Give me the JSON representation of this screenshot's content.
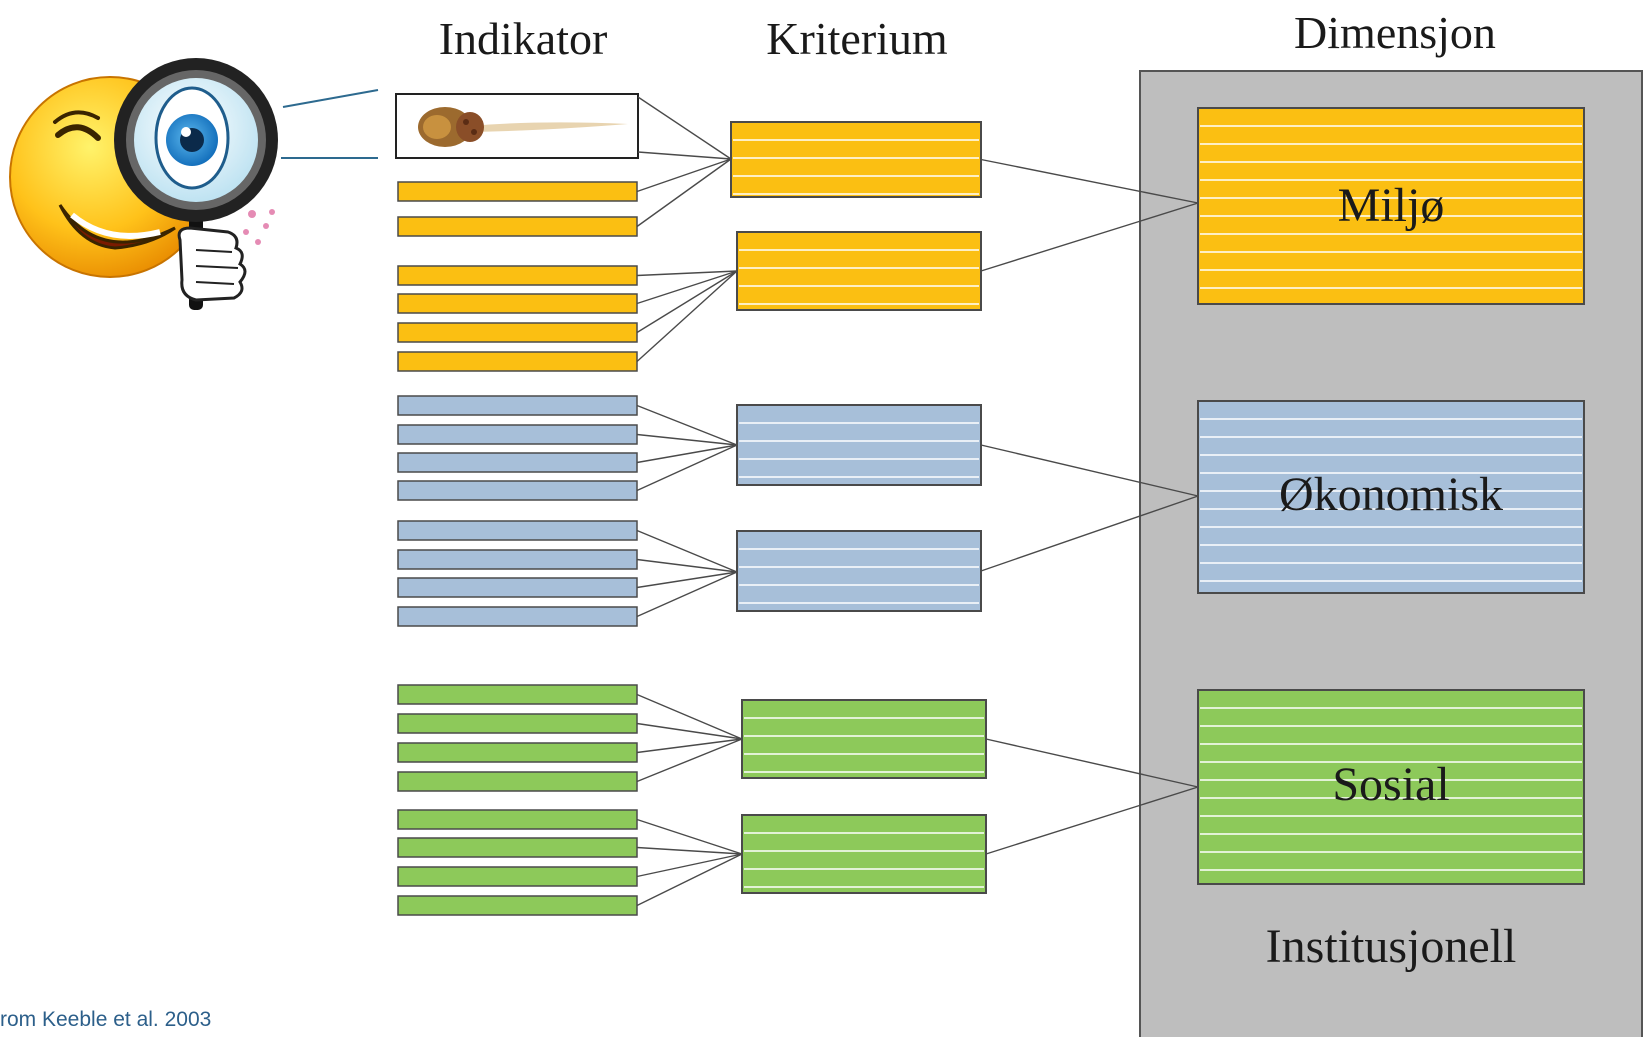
{
  "headers": {
    "indikator": "Indikator",
    "kriterium": "Kriterium",
    "dimensjon": "Dimensjon"
  },
  "dimensions": [
    {
      "label": "Miljø",
      "color": "#FBBF12"
    },
    {
      "label": "Økonomisk",
      "color": "#A7BFD9"
    },
    {
      "label": "Sosial",
      "color": "#8DC95A"
    }
  ],
  "institutional_label": "Institusjonell",
  "citation": "rom Keeble et al. 2003",
  "colors": {
    "panel": "#BEBEBE",
    "border": "#4a4a4a",
    "stripe": "#ffffff",
    "line": "#4a4a4a",
    "citation": "#2c5f8a"
  },
  "icons": [
    "smiley-magnifier-icon",
    "tadpole-image"
  ]
}
